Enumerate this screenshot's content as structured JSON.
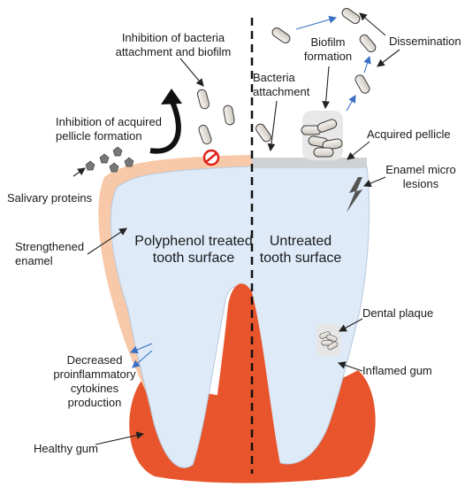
{
  "labels": {
    "inhibition_bacteria_line1": "Inhibition of bacteria",
    "inhibition_bacteria_line2": "attachment and biofilm",
    "inhibition_pellicle_line1": "Inhibition of acquired",
    "inhibition_pellicle_line2": "pellicle formation",
    "salivary_proteins": "Salivary proteins",
    "strengthened_line1": "Strengthened",
    "strengthened_line2": "enamel",
    "polyphenol_line1": "Polyphenol treated",
    "polyphenol_line2": "tooth surface",
    "untreated_line1": "Untreated",
    "untreated_line2": "tooth surface",
    "decreased_line1": "Decreased",
    "decreased_line2": "proinflammatory",
    "decreased_line3": "cytokines",
    "decreased_line4": "production",
    "healthy_gum": "Healthy gum",
    "biofilm_line1": "Biofilm",
    "biofilm_line2": "formation",
    "dissemination": "Dissemination",
    "bacteria_attachment_line1": "Bacteria",
    "bacteria_attachment_line2": "attachment",
    "acquired_pellicle": "Acquired pellicle",
    "enamel_micro_line1": "Enamel micro",
    "enamel_micro_line2": "lesions",
    "dental_plaque": "Dental plaque",
    "inflamed_gum": "Inflamed gum"
  },
  "colors": {
    "gum": "#e8552c",
    "tooth": "#deeaf8",
    "enamel_treated": "#f7c9a8",
    "pellicle": "#cfd2d4",
    "bacteria": "#e8e3de",
    "inhibition_sign": "#e0201b",
    "arrow_blue": "#3a6fc4"
  },
  "icons": {
    "no_entry": "no-entry-icon",
    "lesion": "lightning-crack-icon",
    "protein": "pentagon-protein-icon"
  }
}
